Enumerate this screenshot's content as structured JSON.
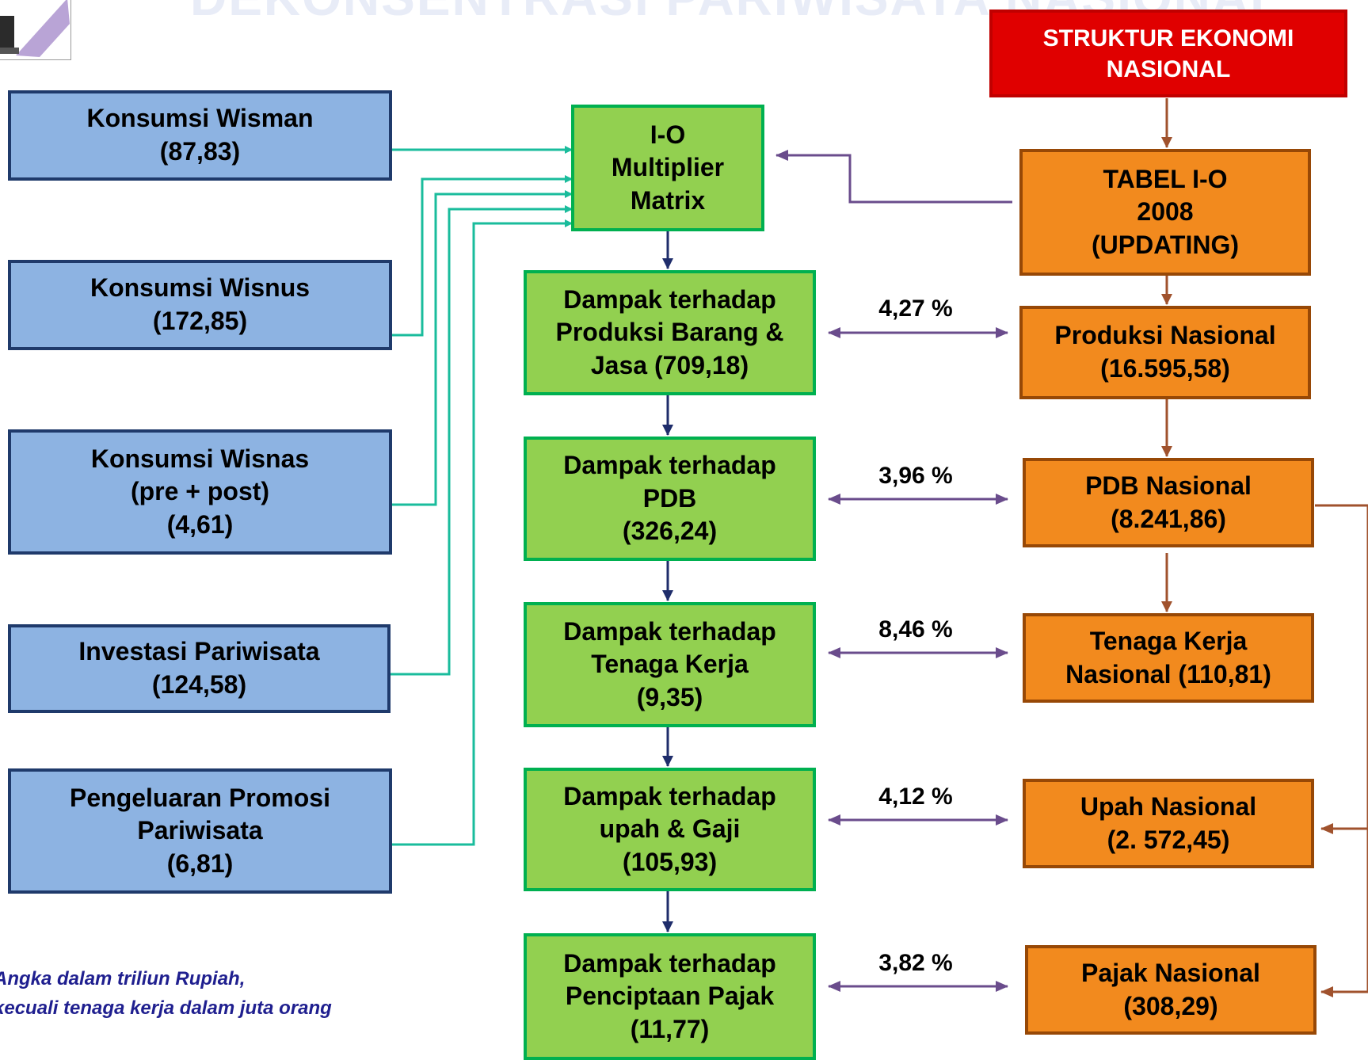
{
  "watermark": "DEKONSENTRASI PARIWISATA NASIONAL",
  "header": {
    "title_line1": "STRUKTUR EKONOMI",
    "title_line2": "NASIONAL"
  },
  "inputs": [
    {
      "lines": [
        "Konsumsi Wisman",
        "(87,83)"
      ]
    },
    {
      "lines": [
        "Konsumsi Wisnus",
        "(172,85)"
      ]
    },
    {
      "lines": [
        "Konsumsi Wisnas",
        "(pre + post)",
        "(4,61)"
      ]
    },
    {
      "lines": [
        "Investasi Pariwisata",
        "(124,58)"
      ]
    },
    {
      "lines": [
        "Pengeluaran Promosi",
        "Pariwisata",
        "(6,81)"
      ]
    }
  ],
  "matrix": {
    "lines": [
      "I-O",
      "Multiplier",
      "Matrix"
    ]
  },
  "impacts": [
    {
      "lines": [
        "Dampak terhadap",
        "Produksi Barang &",
        "Jasa (709,18)"
      ]
    },
    {
      "lines": [
        "Dampak terhadap",
        "PDB",
        "(326,24)"
      ]
    },
    {
      "lines": [
        "Dampak terhadap",
        "Tenaga Kerja",
        "(9,35)"
      ]
    },
    {
      "lines": [
        "Dampak terhadap",
        "upah & Gaji",
        "(105,93)"
      ]
    },
    {
      "lines": [
        "Dampak terhadap",
        "Penciptaan Pajak",
        "(11,77)"
      ]
    }
  ],
  "io_table": {
    "lines": [
      "TABEL I-O",
      "2008",
      "(UPDATING)"
    ]
  },
  "national": [
    {
      "lines": [
        "Produksi Nasional",
        "(16.595,58)"
      ]
    },
    {
      "lines": [
        "PDB Nasional",
        "(8.241,86)"
      ]
    },
    {
      "lines": [
        "Tenaga Kerja",
        "Nasional (110,81)"
      ]
    },
    {
      "lines": [
        "Upah Nasional",
        "(2. 572,45)"
      ]
    },
    {
      "lines": [
        "Pajak Nasional",
        "(308,29)"
      ]
    }
  ],
  "percentages": [
    "4,27 %",
    "3,96 %",
    "8,46 %",
    "4,12 %",
    "3,82 %"
  ],
  "note": {
    "line1": "Angka dalam triliun  Rupiah,",
    "line2": "kecuali tenaga kerja dalam juta orang"
  },
  "colors": {
    "input_fill": "#8db3e2",
    "input_border": "#1f3a6b",
    "impact_fill": "#92d050",
    "impact_border": "#00b050",
    "national_fill": "#f28a1e",
    "national_border": "#974806",
    "header_fill": "#e00000",
    "teal_connector": "#1abc9c",
    "purple_connector": "#6a4c8c",
    "navy_connector": "#1f2d6b",
    "brown_connector": "#a0522d"
  }
}
